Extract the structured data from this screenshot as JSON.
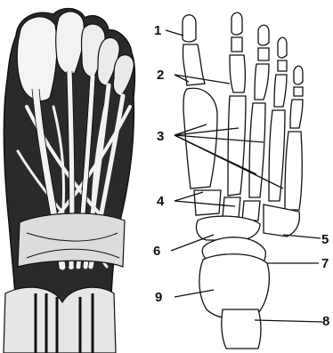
{
  "figure": {
    "left_panel": "foot-tendons-illustration",
    "right_panel": "foot-bones-illustration"
  },
  "callouts": [
    {
      "id": "1",
      "text": "1"
    },
    {
      "id": "2",
      "text": "2"
    },
    {
      "id": "3",
      "text": "3"
    },
    {
      "id": "4",
      "text": "4"
    },
    {
      "id": "5",
      "text": "5"
    },
    {
      "id": "6",
      "text": "6"
    },
    {
      "id": "7",
      "text": "7"
    },
    {
      "id": "8",
      "text": "8"
    },
    {
      "id": "9",
      "text": "9"
    }
  ],
  "colors": {
    "ink": "#111111",
    "paper": "#ffffff",
    "shade": "#2a2a2a"
  }
}
